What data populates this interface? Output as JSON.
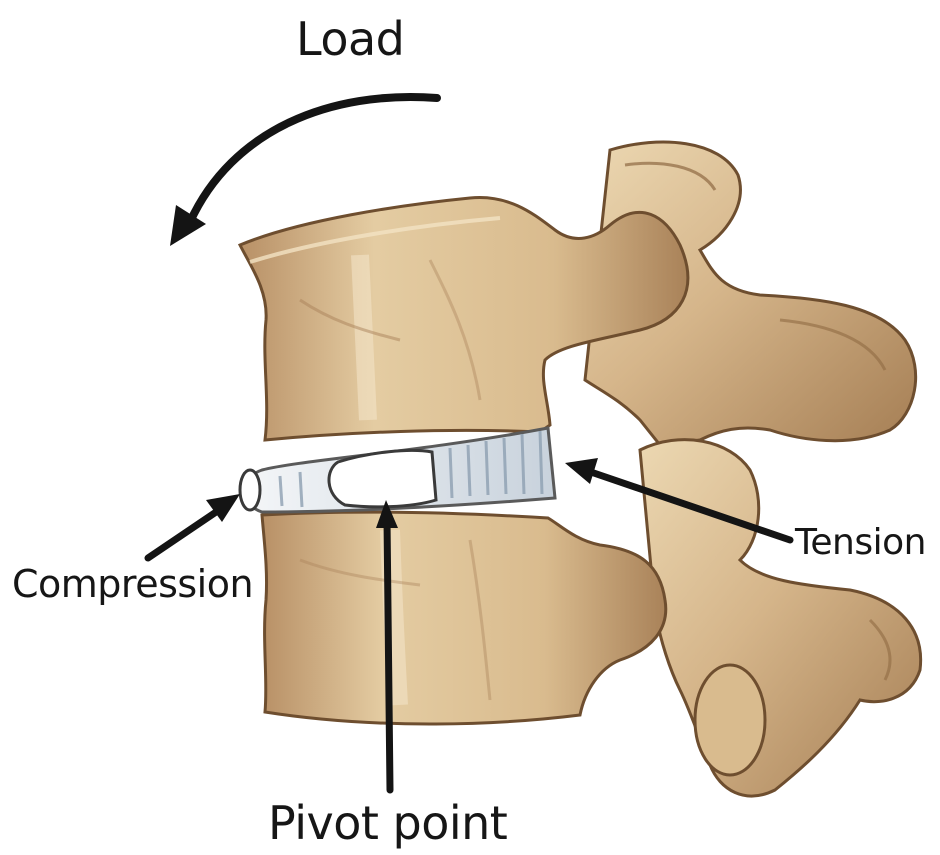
{
  "labels": {
    "load": "Load",
    "compression": "Compression",
    "tension": "Tension",
    "pivot_point": "Pivot point"
  },
  "colors": {
    "bone_light": "#e6cfa6",
    "bone_mid": "#c9a679",
    "bone_shadow": "#8f6a43",
    "bone_edge": "#6e4e2f",
    "disc_fill": "#eef2f6",
    "disc_fiber": "#b9c6d2",
    "arrow": "#141414"
  }
}
